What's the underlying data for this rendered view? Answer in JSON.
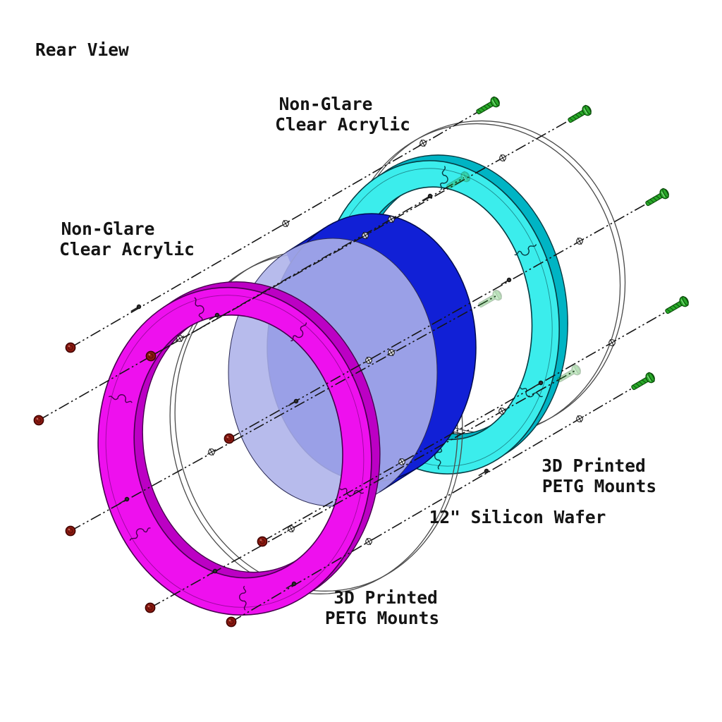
{
  "title": "Rear View",
  "labels": {
    "acrylic_line1": "Non-Glare",
    "acrylic_line2": "Clear Acrylic",
    "mounts_line1": "3D Printed",
    "mounts_line2": "PETG Mounts",
    "wafer": "12\" Silicon Wafer"
  },
  "components": [
    "Front 3D printed PETG mount ring",
    "Front non-glare clear acrylic disc",
    "12 inch silicon wafer",
    "Rear 3D printed PETG mount ring",
    "Rear non-glare clear acrylic disc",
    "Mounting screws on centerline axes"
  ],
  "colors": {
    "magenta": "#EE10EE",
    "magenta_dark": "#BC00C4",
    "magenta_edge": "#47004e",
    "cyan": "#3BEDEC",
    "cyan_dark": "#00B4C4",
    "cyan_edge": "#063b42",
    "wafer_blue": "#1120D6",
    "wafer_blue_edge": "#000a50",
    "wafer_face": "#ADB2E9",
    "screw_red": "#8C1A10",
    "screw_red_edge": "#420402",
    "screw_green": "#28A828",
    "screw_green_edge": "#0A4A0A",
    "line_black": "#151515",
    "acrylic_edge": "#4a4a4a",
    "background": "#ffffff"
  }
}
